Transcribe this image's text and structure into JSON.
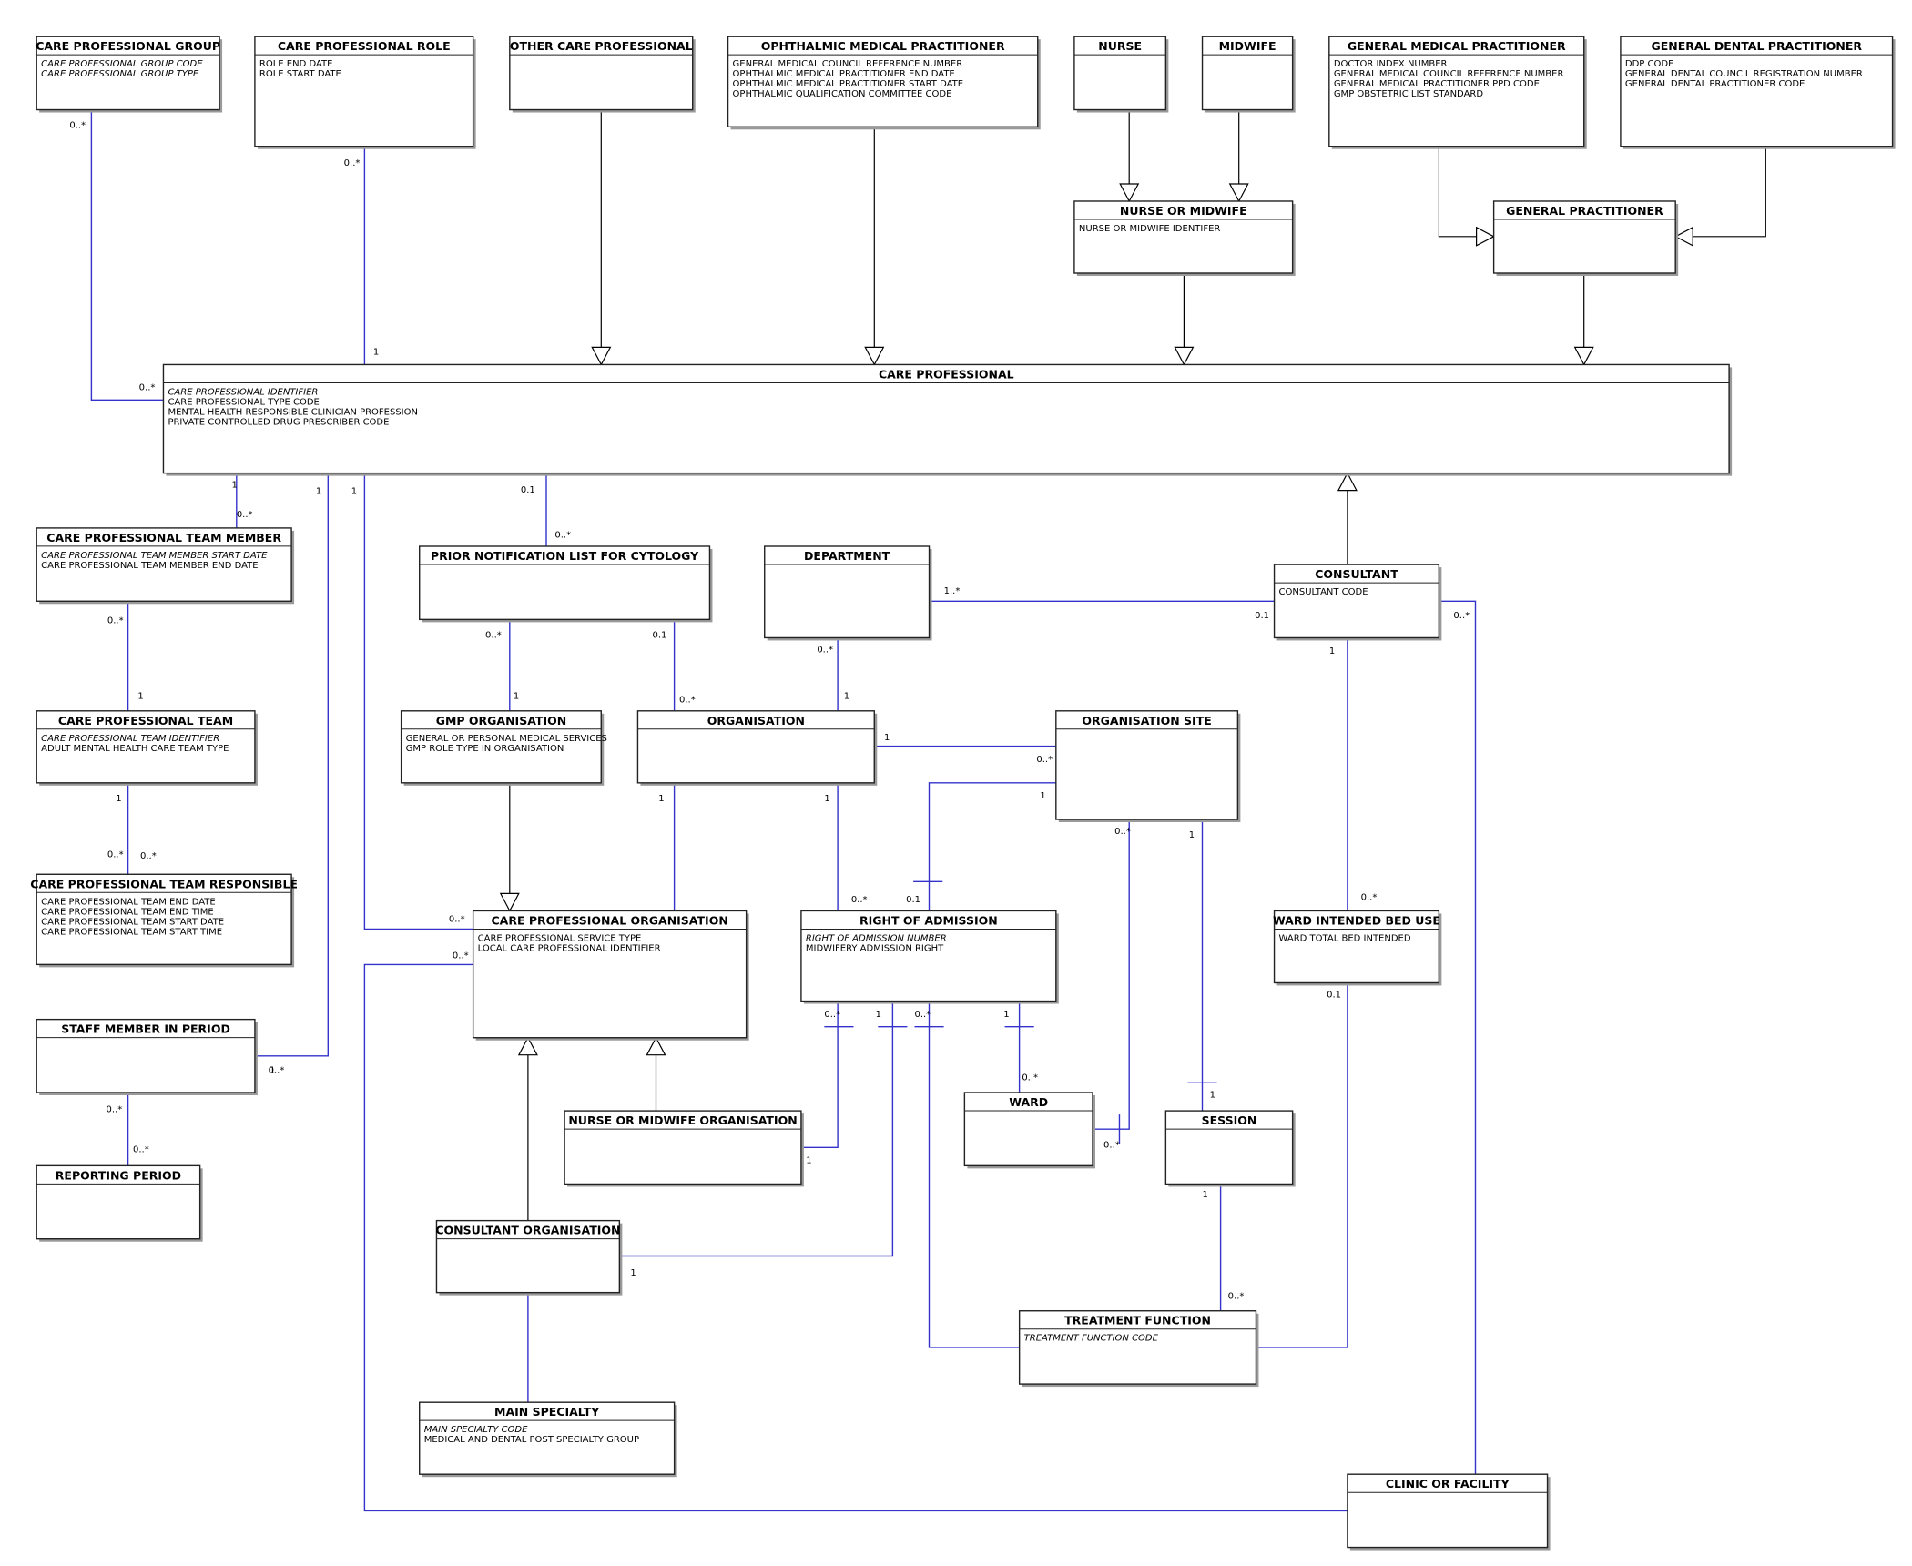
{
  "entities": [
    {
      "id": "cpg",
      "title": "CARE PROFESSIONAL GROUP",
      "attrs": [
        {
          "t": "CARE PROFESSIONAL GROUP CODE",
          "i": true
        },
        {
          "t": "CARE PROFESSIONAL GROUP TYPE",
          "i": true
        }
      ]
    },
    {
      "id": "cpr",
      "title": "CARE PROFESSIONAL ROLE",
      "attrs": [
        {
          "t": "ROLE END DATE",
          "i": false
        },
        {
          "t": "ROLE START DATE",
          "i": false
        }
      ]
    },
    {
      "id": "ocp",
      "title": "OTHER CARE PROFESSIONAL",
      "attrs": []
    },
    {
      "id": "omp",
      "title": "OPHTHALMIC MEDICAL PRACTITIONER",
      "attrs": [
        {
          "t": "GENERAL MEDICAL COUNCIL REFERENCE NUMBER",
          "i": false
        },
        {
          "t": "OPHTHALMIC MEDICAL PRACTITIONER END DATE",
          "i": false
        },
        {
          "t": "OPHTHALMIC MEDICAL PRACTITIONER START DATE",
          "i": false
        },
        {
          "t": "OPHTHALMIC QUALIFICATION COMMITTEE CODE",
          "i": false
        }
      ]
    },
    {
      "id": "nurse",
      "title": "NURSE",
      "attrs": []
    },
    {
      "id": "midwife",
      "title": "MIDWIFE",
      "attrs": []
    },
    {
      "id": "gmp",
      "title": "GENERAL MEDICAL PRACTITIONER",
      "attrs": [
        {
          "t": "DOCTOR INDEX NUMBER",
          "i": false
        },
        {
          "t": "GENERAL MEDICAL COUNCIL REFERENCE NUMBER",
          "i": false
        },
        {
          "t": "GENERAL MEDICAL PRACTITIONER PPD CODE",
          "i": false
        },
        {
          "t": "GMP OBSTETRIC LIST STANDARD",
          "i": false
        }
      ]
    },
    {
      "id": "gdp",
      "title": "GENERAL DENTAL PRACTITIONER",
      "attrs": [
        {
          "t": "DDP CODE",
          "i": false
        },
        {
          "t": "GENERAL DENTAL COUNCIL REGISTRATION NUMBER",
          "i": false
        },
        {
          "t": "GENERAL DENTAL PRACTITIONER CODE",
          "i": false
        }
      ]
    },
    {
      "id": "nom",
      "title": "NURSE OR MIDWIFE",
      "attrs": [
        {
          "t": "NURSE OR MIDWIFE IDENTIFER",
          "i": false
        }
      ]
    },
    {
      "id": "gp",
      "title": "GENERAL PRACTITIONER",
      "attrs": []
    },
    {
      "id": "cp",
      "title": "CARE PROFESSIONAL",
      "attrs": [
        {
          "t": "CARE PROFESSIONAL IDENTIFIER",
          "i": true
        },
        {
          "t": "CARE PROFESSIONAL TYPE CODE",
          "i": false
        },
        {
          "t": "MENTAL HEALTH RESPONSIBLE CLINICIAN PROFESSION",
          "i": false
        },
        {
          "t": "PRIVATE CONTROLLED DRUG PRESCRIBER CODE",
          "i": false
        }
      ]
    },
    {
      "id": "cptm",
      "title": "CARE PROFESSIONAL TEAM MEMBER",
      "attrs": [
        {
          "t": "CARE PROFESSIONAL TEAM MEMBER START DATE",
          "i": true
        },
        {
          "t": "CARE PROFESSIONAL TEAM MEMBER END DATE",
          "i": false
        }
      ]
    },
    {
      "id": "pnlc",
      "title": "PRIOR NOTIFICATION LIST FOR CYTOLOGY",
      "attrs": []
    },
    {
      "id": "dept",
      "title": "DEPARTMENT",
      "attrs": []
    },
    {
      "id": "cons",
      "title": "CONSULTANT",
      "attrs": [
        {
          "t": "CONSULTANT CODE",
          "i": false
        }
      ]
    },
    {
      "id": "cpt",
      "title": "CARE PROFESSIONAL TEAM",
      "attrs": [
        {
          "t": "CARE PROFESSIONAL TEAM IDENTIFIER",
          "i": true
        },
        {
          "t": "ADULT MENTAL HEALTH CARE TEAM TYPE",
          "i": false
        }
      ]
    },
    {
      "id": "gmporg",
      "title": "GMP ORGANISATION",
      "attrs": [
        {
          "t": "GENERAL OR PERSONAL MEDICAL SERVICES",
          "i": false
        },
        {
          "t": "GMP ROLE TYPE IN ORGANISATION",
          "i": false
        }
      ]
    },
    {
      "id": "org",
      "title": "ORGANISATION",
      "attrs": []
    },
    {
      "id": "orgsite",
      "title": "ORGANISATION SITE",
      "attrs": []
    },
    {
      "id": "cptr",
      "title": "CARE PROFESSIONAL TEAM RESPONSIBLE",
      "attrs": [
        {
          "t": "CARE PROFESSIONAL TEAM END DATE",
          "i": false
        },
        {
          "t": "CARE PROFESSIONAL TEAM END TIME",
          "i": false
        },
        {
          "t": "CARE PROFESSIONAL TEAM START DATE",
          "i": false
        },
        {
          "t": "CARE PROFESSIONAL TEAM START TIME",
          "i": false
        }
      ]
    },
    {
      "id": "cporg",
      "title": "CARE PROFESSIONAL ORGANISATION",
      "attrs": [
        {
          "t": "CARE PROFESSIONAL SERVICE TYPE",
          "i": false
        },
        {
          "t": "LOCAL CARE PROFESSIONAL IDENTIFIER",
          "i": false
        }
      ]
    },
    {
      "id": "roa",
      "title": "RIGHT OF ADMISSION",
      "attrs": [
        {
          "t": "RIGHT OF ADMISSION NUMBER",
          "i": true
        },
        {
          "t": "MIDWIFERY ADMISSION RIGHT",
          "i": false
        }
      ]
    },
    {
      "id": "wibu",
      "title": "WARD INTENDED BED USE",
      "attrs": [
        {
          "t": "WARD TOTAL BED INTENDED",
          "i": false
        }
      ]
    },
    {
      "id": "smip",
      "title": "STAFF MEMBER IN PERIOD",
      "attrs": []
    },
    {
      "id": "ward",
      "title": "WARD",
      "attrs": []
    },
    {
      "id": "session",
      "title": "SESSION",
      "attrs": []
    },
    {
      "id": "nomorg",
      "title": "NURSE OR MIDWIFE ORGANISATION",
      "attrs": []
    },
    {
      "id": "rp",
      "title": "REPORTING PERIOD",
      "attrs": []
    },
    {
      "id": "consorg",
      "title": "CONSULTANT ORGANISATION",
      "attrs": []
    },
    {
      "id": "tf",
      "title": "TREATMENT FUNCTION",
      "attrs": [
        {
          "t": "TREATMENT FUNCTION CODE",
          "i": true
        }
      ]
    },
    {
      "id": "ms",
      "title": "MAIN SPECIALTY",
      "attrs": [
        {
          "t": "MAIN SPECIALTY CODE",
          "i": true
        },
        {
          "t": "MEDICAL AND DENTAL POST SPECIALTY GROUP",
          "i": false
        }
      ]
    },
    {
      "id": "cof",
      "title": "CLINIC OR FACILITY",
      "attrs": []
    }
  ],
  "multiplicities": [
    "0..*",
    "0..*",
    "1",
    "0..*",
    "1",
    "0..*",
    "1",
    "1",
    "0.1",
    "0..*",
    "0..*",
    "1",
    "1..*",
    "0.1",
    "0..*",
    "1",
    "0.1",
    "0..*",
    "0..*",
    "1",
    "0..*",
    "1",
    "1",
    "0..*",
    "1",
    "1",
    "1",
    "0..*",
    "1",
    "0..*",
    "0..*",
    "0.1",
    "0..*",
    "0..*",
    "0..*",
    "0..*",
    "1",
    "0..*",
    "0..*",
    "1",
    "1",
    "1",
    "0..*",
    "0.1",
    "1",
    "0..*",
    "1",
    "0..*",
    "0..*",
    "1",
    "1",
    "0..*",
    "0..*"
  ]
}
